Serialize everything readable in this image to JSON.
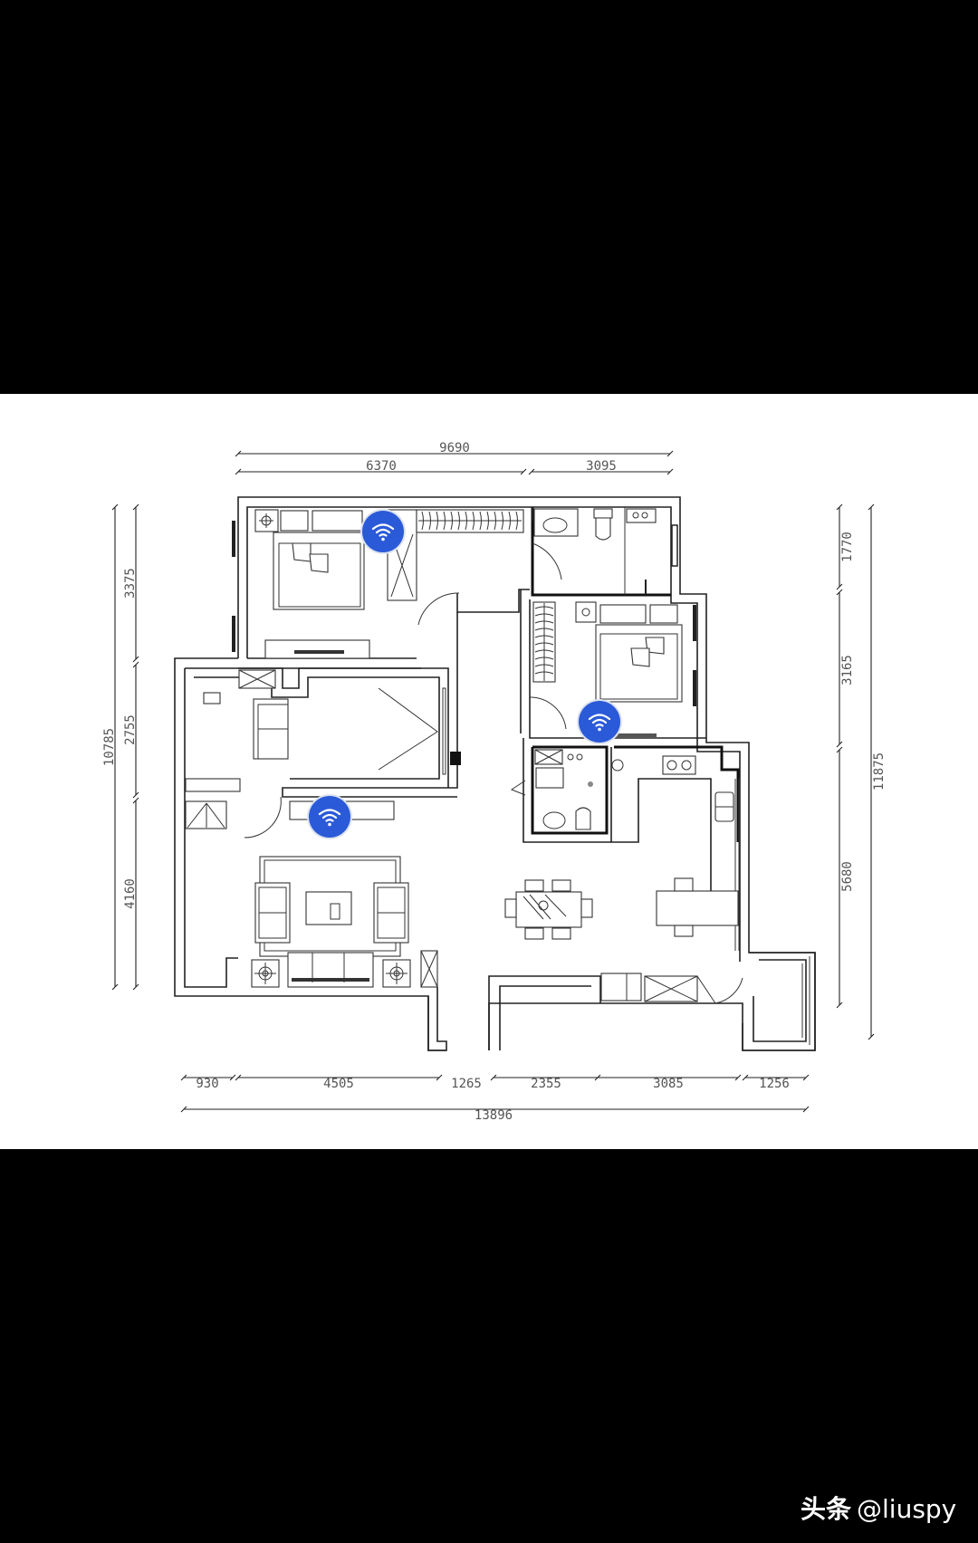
{
  "floorplan": {
    "top_dimensions": {
      "overall": "9690",
      "segments": [
        "6370",
        "3095"
      ]
    },
    "bottom_dimensions": {
      "overall": "13896",
      "segments": [
        "930",
        "4505",
        "1265",
        "2355",
        "3085",
        "1256"
      ]
    },
    "left_dimensions": {
      "overall": "10785",
      "segments": [
        "3375",
        "2755",
        "4160"
      ]
    },
    "right_dimensions": {
      "overall": "11875",
      "segments": [
        "1770",
        "3165",
        "5680"
      ]
    },
    "wifi_markers": [
      {
        "icon": "wifi-icon",
        "location": "master-bedroom"
      },
      {
        "icon": "wifi-icon",
        "location": "second-bedroom"
      },
      {
        "icon": "wifi-icon",
        "location": "living-room"
      }
    ],
    "colors": {
      "wifi_marker": "#2b5ad8",
      "background": "#000000",
      "paper": "#ffffff"
    }
  },
  "watermark": {
    "platform": "头条",
    "handle": "@liuspy"
  }
}
